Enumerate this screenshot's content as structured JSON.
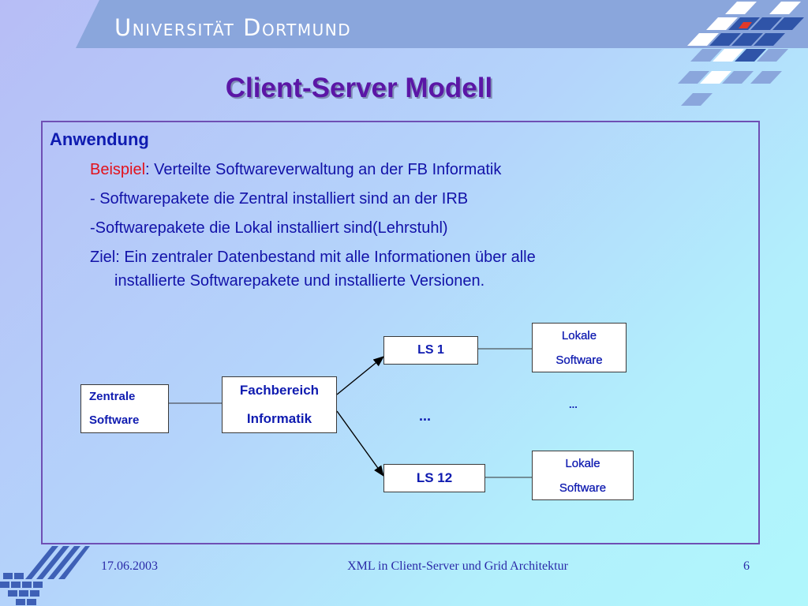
{
  "header": {
    "university": "Universität Dortmund"
  },
  "slide": {
    "title": "Client-Server Modell",
    "heading": "Anwendung",
    "bullets": {
      "b1_red": "Beispiel",
      "b1_rest": ": Verteilte Softwareverwaltung  an der FB Informatik",
      "b2": "- Softwarepakete die Zentral installiert sind an der IRB",
      "b3": "-Softwarepakete die Lokal installiert sind(Lehrstuhl)",
      "b4_line1": "Ziel: Ein zentraler Datenbestand mit alle Informationen über alle",
      "b4_line2": "installierte Softwarepakete und installierte Versionen."
    }
  },
  "diagram": {
    "zentral": {
      "line1": "Zentrale",
      "line2": "Software"
    },
    "fachbereich": {
      "line1": "Fachbereich",
      "line2": "Informatik"
    },
    "ls1": "LS 1",
    "ls12": "LS 12",
    "lokal1": {
      "line1": "Lokale",
      "line2": "Software"
    },
    "lokal2": {
      "line1": "Lokale",
      "line2": "Software"
    },
    "dots_mid": "...",
    "dots_right": "..."
  },
  "footer": {
    "date": "17.06.2003",
    "center": "XML in Client-Server und Grid Architektur",
    "page": "6"
  },
  "colors": {
    "title": "#5b16a6",
    "text": "#1212a8",
    "highlight": "#e2121c",
    "header_band": "#8aa6dc"
  }
}
